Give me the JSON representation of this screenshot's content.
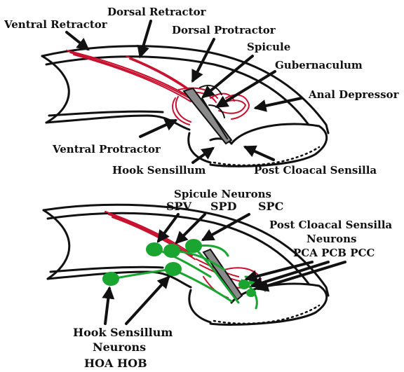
{
  "colors": {
    "muscle": "#c8102e",
    "neuron": "#1aa531",
    "outline": "#111111",
    "background": "#ffffff"
  },
  "top_panel": {
    "labels": {
      "ventral_retractor": "Ventral Retractor",
      "dorsal_retractor": "Dorsal Retractor",
      "dorsal_protractor": "Dorsal Protractor",
      "spicule": "Spicule",
      "gubernaculum": "Gubernaculum",
      "anal_depressor": "Anal Depressor",
      "ventral_protractor": "Ventral Protractor",
      "hook_sensillum": "Hook Sensillum",
      "post_cloacal_sensilla": "Post Cloacal Sensilla"
    }
  },
  "bottom_panel": {
    "labels": {
      "spicule_neurons": "Spicule Neurons",
      "spv": "SPV",
      "spd": "SPD",
      "spc": "SPC",
      "pcs_neurons_line1": "Post Cloacal Sensilla",
      "pcs_neurons_line2": "Neurons",
      "pca_pcb_pcc": "PCA PCB PCC",
      "hook_neurons_line1": "Hook Sensillum",
      "hook_neurons_line2": "Neurons",
      "hoa_hob": "HOA HOB"
    }
  }
}
